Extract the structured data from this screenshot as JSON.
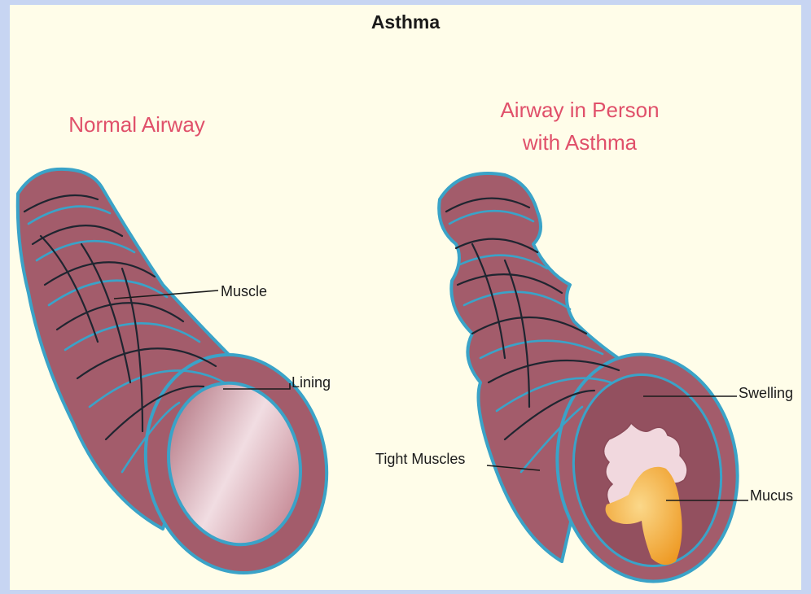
{
  "title": "Asthma",
  "normal": {
    "heading": "Normal Airway",
    "labels": {
      "muscle": "Muscle",
      "lining": "Lining"
    }
  },
  "asthma": {
    "heading_line1": "Airway in Person",
    "heading_line2": "with Asthma",
    "labels": {
      "swelling": "Swelling",
      "tight_muscles": "Tight Muscles",
      "mucus": "Mucus"
    }
  },
  "colors": {
    "background_frame": "#c7d5f2",
    "panel": "#fffde9",
    "airway_wall": "#a35c6b",
    "airway_wall_dark": "#93505f",
    "muscle_band": "#3aa3c8",
    "heading": "#e0506a",
    "mucus": "#f0a030"
  }
}
